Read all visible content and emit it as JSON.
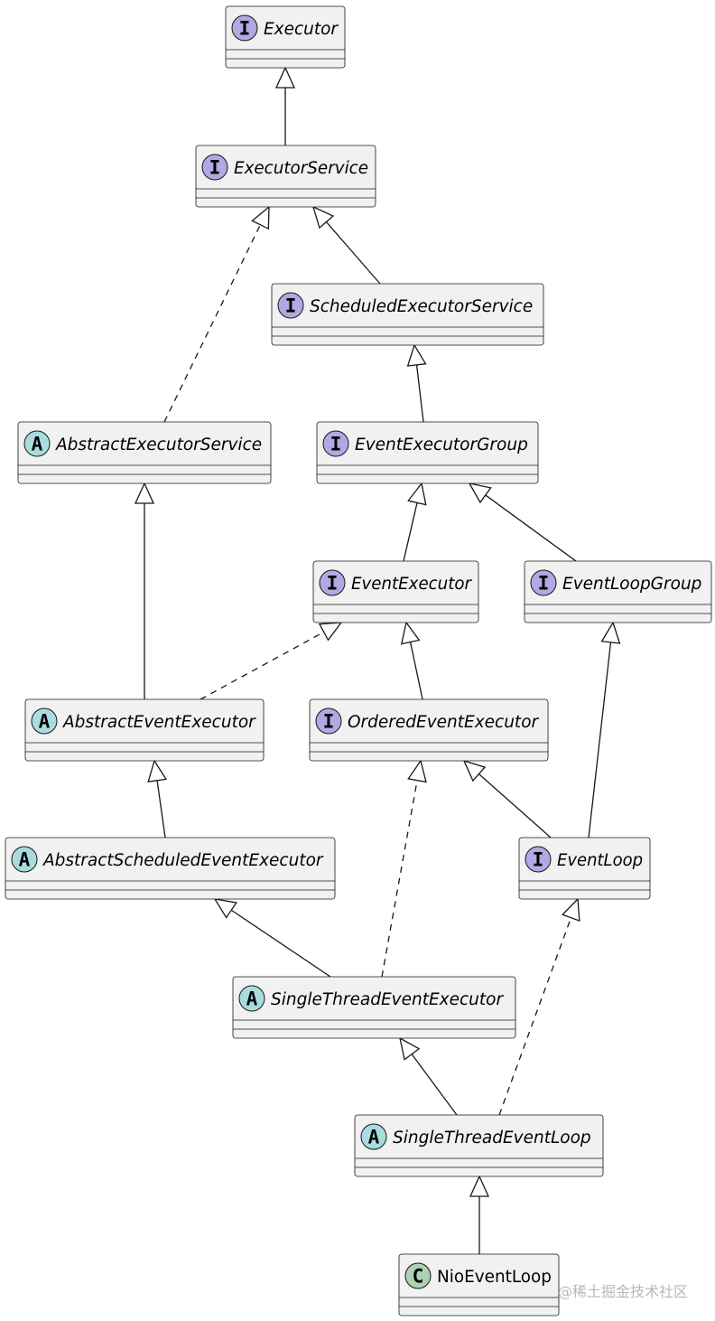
{
  "diagram": {
    "nodes": [
      {
        "id": "Executor",
        "kind": "I",
        "label": "Executor",
        "italic": true
      },
      {
        "id": "ExecutorService",
        "kind": "I",
        "label": "ExecutorService",
        "italic": true
      },
      {
        "id": "ScheduledExecutorService",
        "kind": "I",
        "label": "ScheduledExecutorService",
        "italic": true
      },
      {
        "id": "AbstractExecutorService",
        "kind": "A",
        "label": "AbstractExecutorService",
        "italic": true
      },
      {
        "id": "EventExecutorGroup",
        "kind": "I",
        "label": "EventExecutorGroup",
        "italic": true
      },
      {
        "id": "EventExecutor",
        "kind": "I",
        "label": "EventExecutor",
        "italic": true
      },
      {
        "id": "EventLoopGroup",
        "kind": "I",
        "label": "EventLoopGroup",
        "italic": true
      },
      {
        "id": "AbstractEventExecutor",
        "kind": "A",
        "label": "AbstractEventExecutor",
        "italic": true
      },
      {
        "id": "OrderedEventExecutor",
        "kind": "I",
        "label": "OrderedEventExecutor",
        "italic": true
      },
      {
        "id": "AbstractScheduledEventExecutor",
        "kind": "A",
        "label": "AbstractScheduledEventExecutor",
        "italic": true
      },
      {
        "id": "EventLoop",
        "kind": "I",
        "label": "EventLoop",
        "italic": true
      },
      {
        "id": "SingleThreadEventExecutor",
        "kind": "A",
        "label": "SingleThreadEventExecutor",
        "italic": true
      },
      {
        "id": "SingleThreadEventLoop",
        "kind": "A",
        "label": "SingleThreadEventLoop",
        "italic": true
      },
      {
        "id": "NioEventLoop",
        "kind": "C",
        "label": "NioEventLoop",
        "italic": false
      }
    ],
    "edges": [
      {
        "from": "ExecutorService",
        "to": "Executor",
        "style": "solid"
      },
      {
        "from": "ScheduledExecutorService",
        "to": "ExecutorService",
        "style": "solid"
      },
      {
        "from": "AbstractExecutorService",
        "to": "ExecutorService",
        "style": "dashed"
      },
      {
        "from": "EventExecutorGroup",
        "to": "ScheduledExecutorService",
        "style": "solid"
      },
      {
        "from": "EventExecutor",
        "to": "EventExecutorGroup",
        "style": "solid"
      },
      {
        "from": "EventLoopGroup",
        "to": "EventExecutorGroup",
        "style": "solid"
      },
      {
        "from": "AbstractEventExecutor",
        "to": "AbstractExecutorService",
        "style": "solid"
      },
      {
        "from": "AbstractEventExecutor",
        "to": "EventExecutor",
        "style": "dashed"
      },
      {
        "from": "OrderedEventExecutor",
        "to": "EventExecutor",
        "style": "solid"
      },
      {
        "from": "AbstractScheduledEventExecutor",
        "to": "AbstractEventExecutor",
        "style": "solid"
      },
      {
        "from": "EventLoop",
        "to": "OrderedEventExecutor",
        "style": "solid"
      },
      {
        "from": "EventLoop",
        "to": "EventLoopGroup",
        "style": "solid"
      },
      {
        "from": "SingleThreadEventExecutor",
        "to": "AbstractScheduledEventExecutor",
        "style": "solid"
      },
      {
        "from": "SingleThreadEventExecutor",
        "to": "OrderedEventExecutor",
        "style": "dashed"
      },
      {
        "from": "SingleThreadEventLoop",
        "to": "SingleThreadEventExecutor",
        "style": "solid"
      },
      {
        "from": "SingleThreadEventLoop",
        "to": "EventLoop",
        "style": "dashed"
      },
      {
        "from": "NioEventLoop",
        "to": "SingleThreadEventLoop",
        "style": "solid"
      }
    ]
  },
  "watermark": "@稀土掘金技术社区",
  "colors": {
    "interface_badge": "#b4a7e5",
    "abstract_badge": "#a9dcdf",
    "class_badge": "#add1b2",
    "box_fill": "#f1f1f1",
    "line": "#181818"
  }
}
